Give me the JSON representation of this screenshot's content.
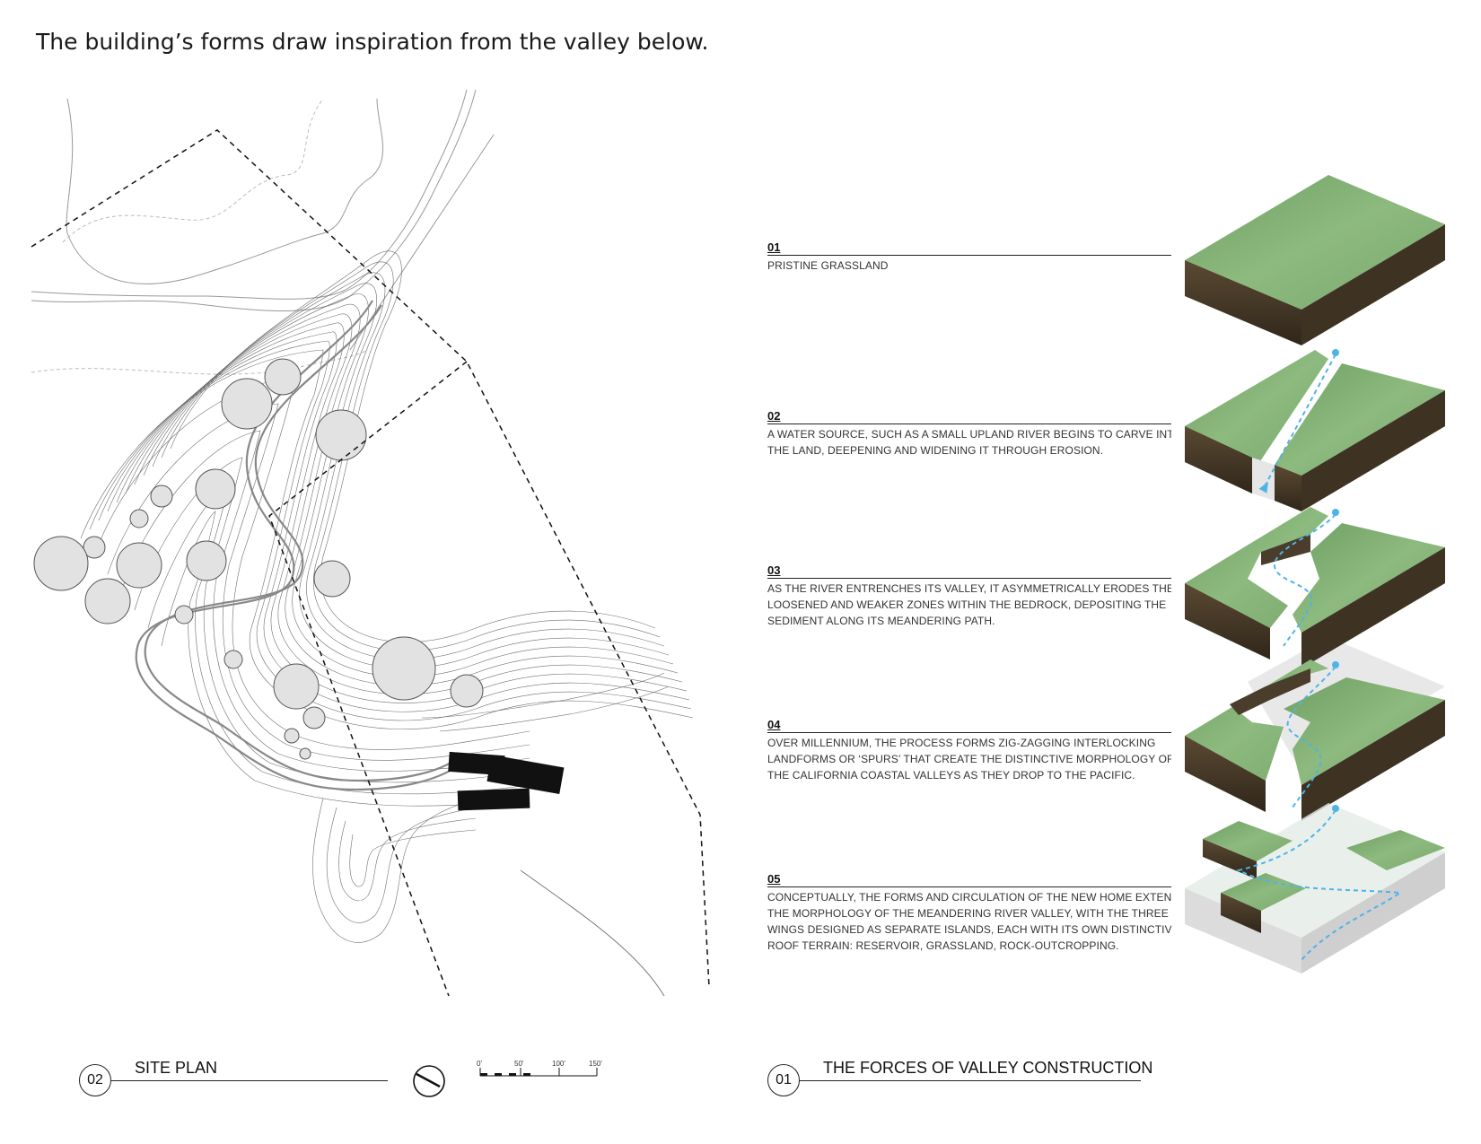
{
  "headline": "The building’s forms draw inspiration from the valley below.",
  "steps": [
    {
      "num": "01",
      "text": "PRISTINE GRASSLAND"
    },
    {
      "num": "02",
      "text": "A WATER SOURCE, SUCH AS A SMALL UPLAND RIVER BEGINS TO CARVE INTO THE LAND, DEEPENING AND WIDENING IT THROUGH EROSION."
    },
    {
      "num": "03",
      "text": "AS THE RIVER ENTRENCHES ITS VALLEY, IT ASYMMETRICALLY ERODES THE LOOSENED AND WEAKER ZONES WITHIN THE BEDROCK, DEPOSITING THE SEDIMENT ALONG ITS MEANDERING PATH."
    },
    {
      "num": "04",
      "text": "OVER MILLENNIUM, THE PROCESS FORMS ZIG-ZAGGING INTERLOCKING LANDFORMS OR ‘SPURS’ THAT CREATE THE DISTINCTIVE MORPHOLOGY OF THE CALIFORNIA COASTAL VALLEYS AS THEY DROP TO THE PACIFIC."
    },
    {
      "num": "05",
      "text": "CONCEPTUALLY, THE FORMS AND CIRCULATION OF THE NEW HOME EXTENDS THE MORPHOLOGY OF THE MEANDERING RIVER VALLEY, WITH THE THREE WINGS DESIGNED AS SEPARATE ISLANDS, EACH WITH ITS OWN DISTINCTIVE ROOF TERRAIN: RESERVOIR, GRASSLAND, ROCK-OUTCROPPING."
    }
  ],
  "step_lines": [
    [
      "PRISTINE GRASSLAND"
    ],
    [
      "A WATER SOURCE, SUCH AS A SMALL UPLAND RIVER BEGINS TO CARVE INTO",
      "THE LAND, DEEPENING AND WIDENING IT THROUGH EROSION."
    ],
    [
      "AS THE RIVER ENTRENCHES ITS VALLEY, IT ASYMMETRICALLY ERODES THE",
      "LOOSENED AND WEAKER ZONES WITHIN THE BEDROCK, DEPOSITING THE",
      "SEDIMENT ALONG ITS MEANDERING PATH."
    ],
    [
      "OVER MILLENNIUM, THE PROCESS FORMS ZIG-ZAGGING INTERLOCKING",
      "LANDFORMS OR ‘SPURS’ THAT CREATE THE  DISTINCTIVE MORPHOLOGY OF",
      "THE CALIFORNIA COASTAL VALLEYS AS THEY DROP TO THE PACIFIC."
    ],
    [
      "CONCEPTUALLY, THE FORMS AND CIRCULATION OF THE NEW HOME EXTENDS",
      "THE MORPHOLOGY OF THE MEANDERING RIVER VALLEY, WITH THE THREE",
      "WINGS DESIGNED AS SEPARATE ISLANDS, EACH WITH ITS OWN DISTINCTIVE",
      "ROOF TERRAIN: RESERVOIR, GRASSLAND, ROCK-OUTCROPPING."
    ]
  ],
  "site_plan": {
    "number": "02",
    "title": "SITE PLAN"
  },
  "diagram": {
    "number": "01",
    "title": "THE FORCES OF VALLEY CONSTRUCTION"
  },
  "scale_bar": {
    "labels": [
      "0'",
      "50'",
      "100'",
      "150'"
    ]
  },
  "colors": {
    "grass": "#7fae73",
    "soil": "#4a3d2c",
    "water": "#4fb3e8",
    "building": "#111111"
  },
  "icons": [
    "north-arrow-icon"
  ]
}
